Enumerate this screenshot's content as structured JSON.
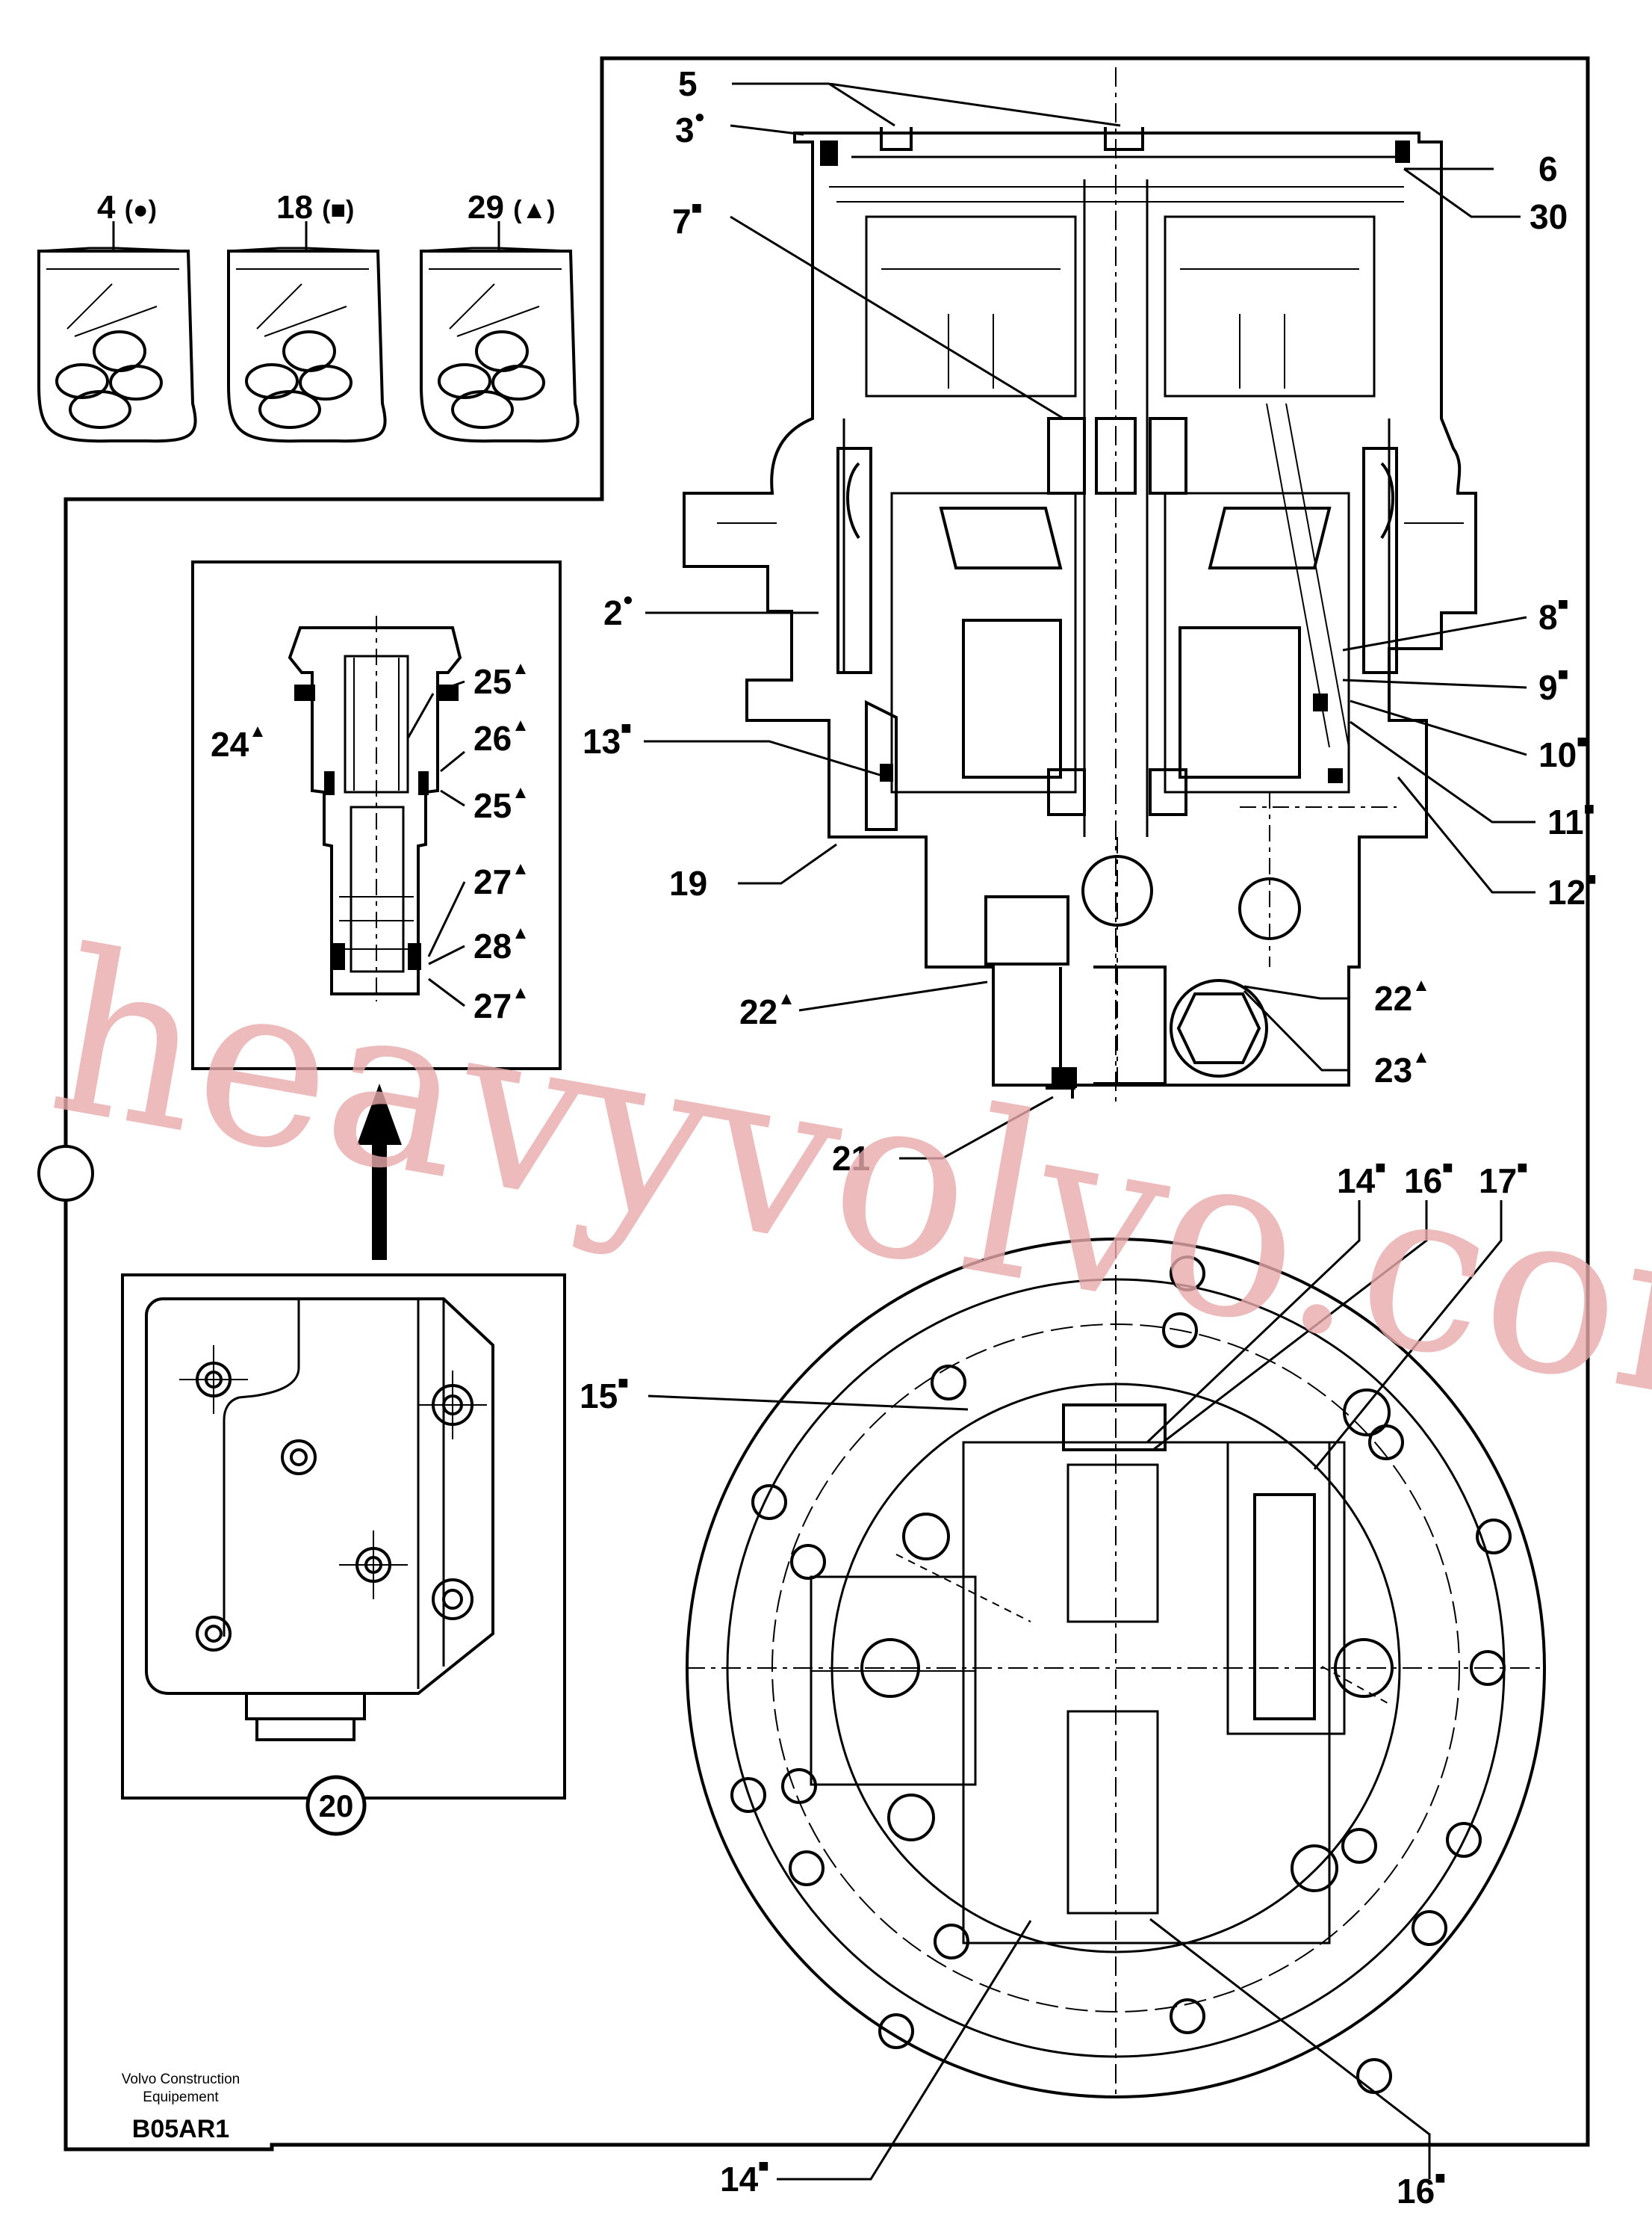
{
  "diagram": {
    "bags": [
      {
        "number": "4",
        "mark": "(●)"
      },
      {
        "number": "18",
        "mark": "(■)"
      },
      {
        "number": "29",
        "mark": "(▲)"
      }
    ],
    "callouts": [
      {
        "id": "c5",
        "text": "5",
        "mark": ""
      },
      {
        "id": "c3",
        "text": "3",
        "mark": "●"
      },
      {
        "id": "c6",
        "text": "6",
        "mark": ""
      },
      {
        "id": "c30",
        "text": "30",
        "mark": ""
      },
      {
        "id": "c7",
        "text": "7",
        "mark": "■"
      },
      {
        "id": "c2",
        "text": "2",
        "mark": "●"
      },
      {
        "id": "c8",
        "text": "8",
        "mark": "■"
      },
      {
        "id": "c9",
        "text": "9",
        "mark": "■"
      },
      {
        "id": "c10",
        "text": "10",
        "mark": "■"
      },
      {
        "id": "c11",
        "text": "11",
        "mark": "■"
      },
      {
        "id": "c12",
        "text": "12",
        "mark": "■"
      },
      {
        "id": "c13",
        "text": "13",
        "mark": "■"
      },
      {
        "id": "c19",
        "text": "19",
        "mark": ""
      },
      {
        "id": "c22a",
        "text": "22",
        "mark": "▲"
      },
      {
        "id": "c22b",
        "text": "22",
        "mark": "▲"
      },
      {
        "id": "c23",
        "text": "23",
        "mark": "▲"
      },
      {
        "id": "c21",
        "text": "21",
        "mark": ""
      },
      {
        "id": "c24",
        "text": "24",
        "mark": "▲"
      },
      {
        "id": "c25a",
        "text": "25",
        "mark": "▲"
      },
      {
        "id": "c26",
        "text": "26",
        "mark": "▲"
      },
      {
        "id": "c25b",
        "text": "25",
        "mark": "▲"
      },
      {
        "id": "c27a",
        "text": "27",
        "mark": "▲"
      },
      {
        "id": "c28",
        "text": "28",
        "mark": "▲"
      },
      {
        "id": "c27b",
        "text": "27",
        "mark": "▲"
      },
      {
        "id": "c14a",
        "text": "14",
        "mark": "■"
      },
      {
        "id": "c16a",
        "text": "16",
        "mark": "■"
      },
      {
        "id": "c17",
        "text": "17",
        "mark": "■"
      },
      {
        "id": "c15",
        "text": "15",
        "mark": "■"
      },
      {
        "id": "c14b",
        "text": "14",
        "mark": "■"
      },
      {
        "id": "c16b",
        "text": "16",
        "mark": "■"
      }
    ],
    "circled_part": "20",
    "credit_line1": "Volvo Construction",
    "credit_line2": "Equipement",
    "drawing_code": "B05AR1",
    "watermark": "heavyvolvo.com"
  }
}
